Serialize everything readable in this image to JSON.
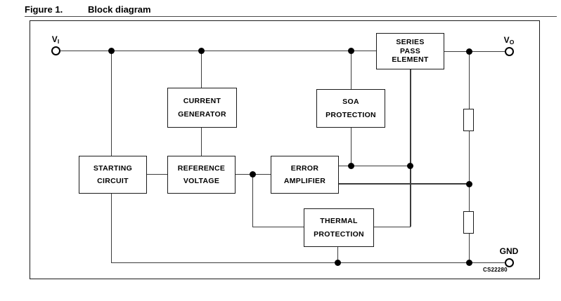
{
  "figure": {
    "label": "Figure 1.",
    "title": "Block diagram"
  },
  "blocks": {
    "series_pass": {
      "label": "SERIES\nPASS\nELEMENT"
    },
    "current_generator": {
      "label": "CURRENT\nGENERATOR"
    },
    "soa_protection": {
      "label": "SOA\nPROTECTION"
    },
    "starting_circuit": {
      "label": "STARTING\nCIRCUIT"
    },
    "reference_voltage": {
      "label": "REFERENCE\nVOLTAGE"
    },
    "error_amplifier": {
      "label": "ERROR\nAMPLIFIER"
    },
    "thermal_protection": {
      "label": "THERMAL\nPROTECTION"
    }
  },
  "terminals": {
    "vin": {
      "main": "V",
      "sub": "I"
    },
    "vout": {
      "main": "V",
      "sub": "O"
    },
    "gnd": {
      "label": "GND"
    }
  },
  "watermark": "CS22280",
  "colors": {
    "line": "#3c3c3c",
    "border": "#1a1a1a",
    "text": "#000000",
    "background": "#ffffff"
  }
}
